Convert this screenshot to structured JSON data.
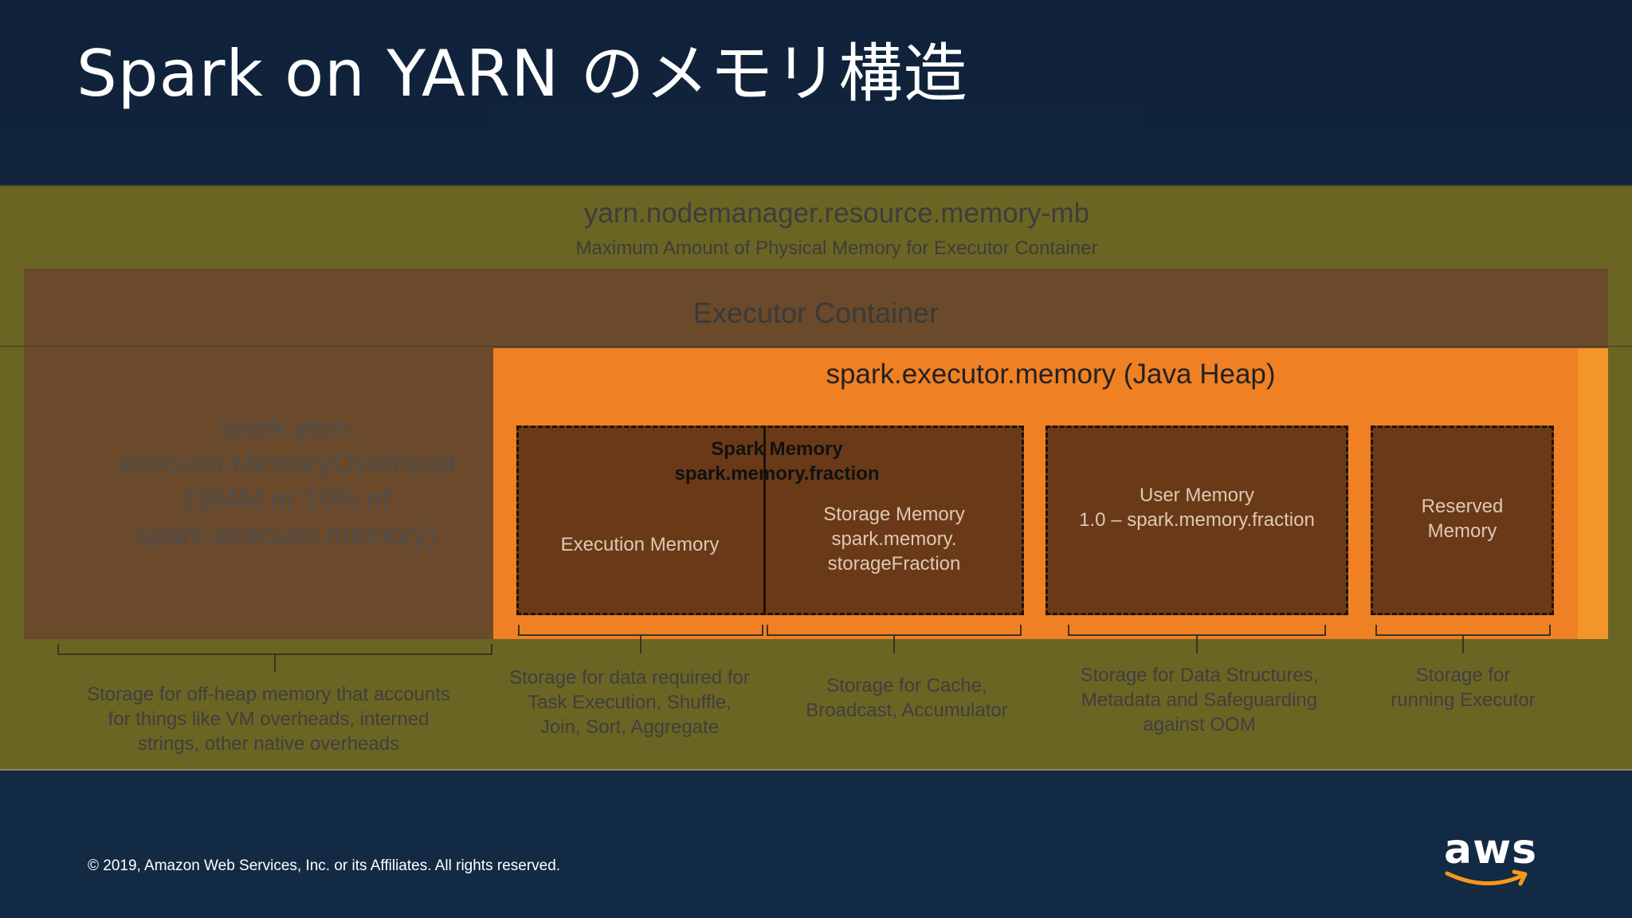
{
  "title": "Spark on YARN のメモリ構造",
  "nodemanager": {
    "title": "yarn.nodemanager.resource.memory-mb",
    "subtitle": "Maximum Amount of Physical Memory for Executor Container"
  },
  "executor_container": "Executor Container",
  "overhead": {
    "lines": [
      "spark.yarn.",
      "executor.MemoryOverhead",
      "(384M or 10% of",
      "spark.executor.memory)"
    ]
  },
  "heap_title": "spark.executor.memory (Java Heap)",
  "spark_memory": {
    "lines": [
      "Spark Memory",
      "spark.memory.fraction"
    ]
  },
  "execution_memory": "Execution Memory",
  "storage_memory": {
    "lines": [
      "Storage Memory",
      "spark.memory.",
      "storageFraction"
    ]
  },
  "user_memory": {
    "lines": [
      "User Memory",
      "1.0 – spark.memory.fraction"
    ]
  },
  "reserved_memory": {
    "lines": [
      "Reserved",
      "Memory"
    ]
  },
  "descriptions": {
    "overhead": [
      "Storage for off-heap memory that accounts",
      "for things like VM overheads, interned",
      "strings, other native overheads"
    ],
    "execution": [
      "Storage for data required for",
      "Task Execution, Shuffle,",
      "Join, Sort, Aggregate"
    ],
    "storage": [
      "Storage for Cache,",
      "Broadcast, Accumulator"
    ],
    "user": [
      "Storage for Data Structures,",
      "Metadata and Safeguarding",
      "against OOM"
    ],
    "reserved": [
      "Storage for",
      "running Executor"
    ]
  },
  "footer": "© 2019, Amazon Web Services, Inc. or its Affiliates. All rights reserved.",
  "logo": "aws",
  "colors": {
    "background": "#10223a",
    "band": "#6b6523",
    "container": "#6a4a2b",
    "heap": "#f08024",
    "memory_box": "#6a3a18"
  }
}
